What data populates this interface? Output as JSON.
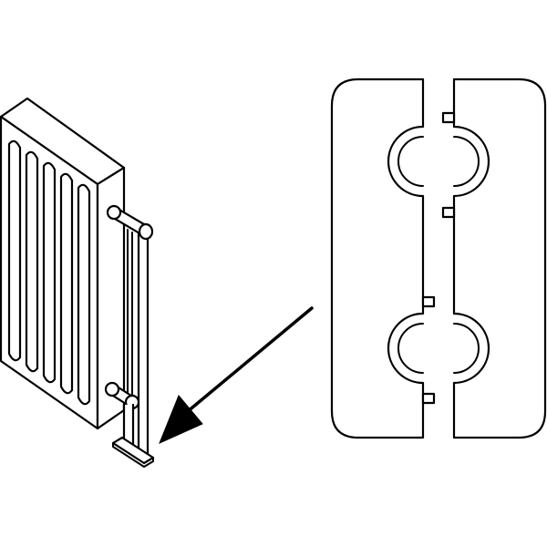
{
  "figure": {
    "background": "#ffffff",
    "line_color": "#000000",
    "components": [
      {
        "name": "radiator",
        "icon": "radiator-icon"
      },
      {
        "name": "pipe-cover-rosette",
        "icon": "split-rosette-icon"
      },
      {
        "name": "pointer-arrow",
        "icon": "arrow-icon"
      }
    ],
    "radiator_fins": 5,
    "rosette_pipe_openings": 2
  }
}
